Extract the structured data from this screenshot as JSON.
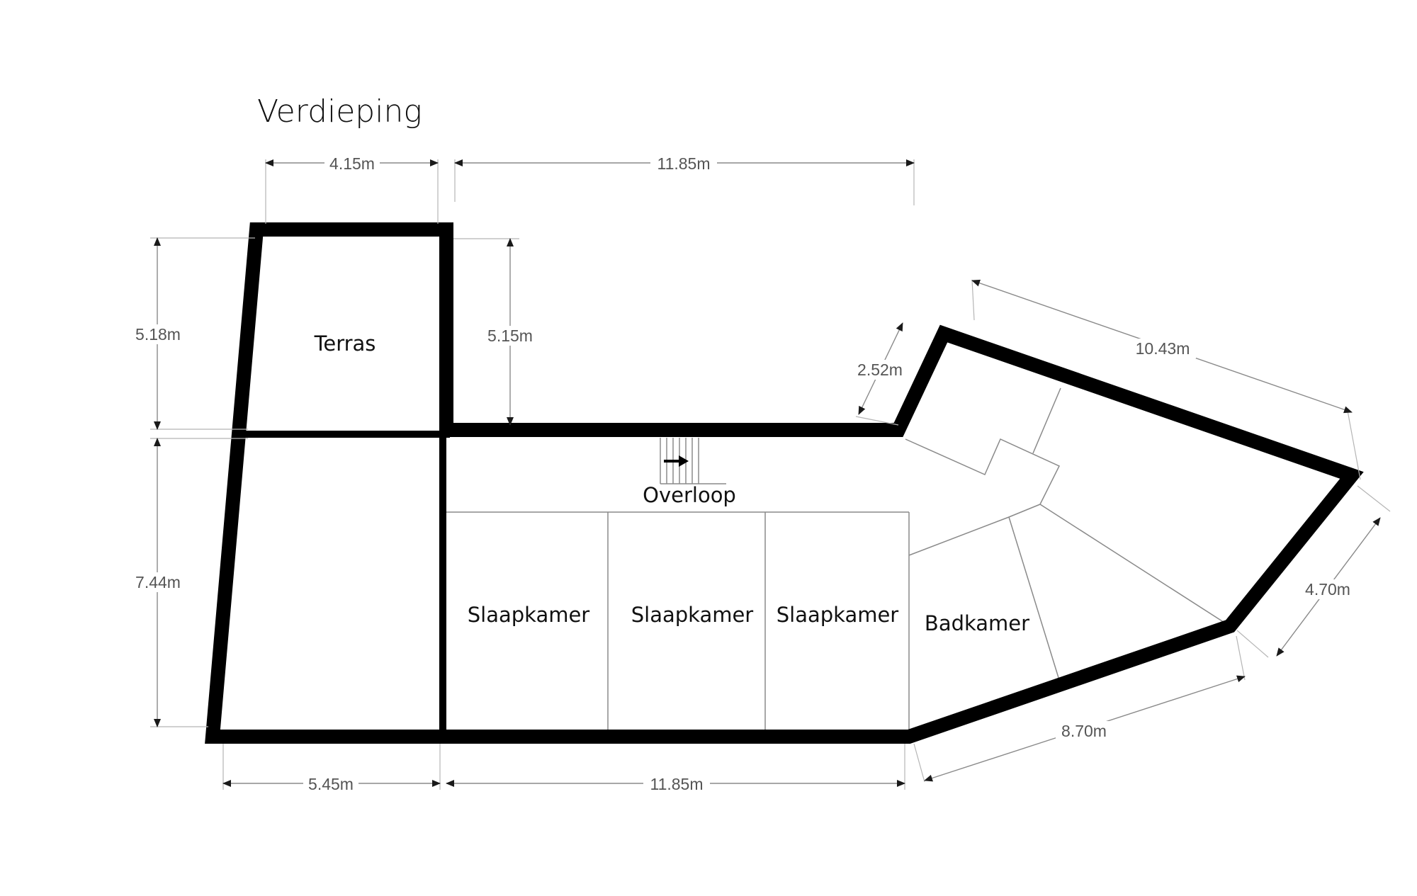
{
  "title": "Verdieping",
  "rooms": {
    "terras": "Terras",
    "overloop": "Overloop",
    "slaapkamer_1": "Slaapkamer",
    "slaapkamer_2": "Slaapkamer",
    "slaapkamer_3": "Slaapkamer",
    "badkamer": "Badkamer"
  },
  "dimensions": {
    "top_left_width": "4.15m",
    "top_middle_width": "11.85m",
    "terras_depth_left": "5.18m",
    "terras_depth_right": "5.15m",
    "lower_left_depth": "7.44m",
    "bottom_left_width": "5.45m",
    "bottom_middle_width": "11.85m",
    "angled_short": "2.52m",
    "angled_top": "10.43m",
    "angled_right": "4.70m",
    "angled_bottom": "8.70m"
  },
  "icons": {
    "stairs": "stairs-icon",
    "stair_arrow": "arrow-right-icon"
  },
  "colors": {
    "walls": "#000000",
    "dimension_lines": "#8a8a8a",
    "text": "#111111"
  }
}
